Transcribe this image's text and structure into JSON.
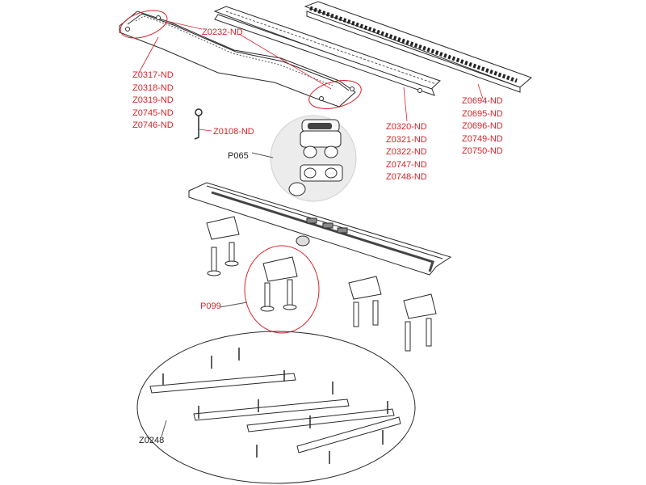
{
  "colors": {
    "callout": "#d8232a",
    "label": "#222222",
    "line": "#2a2a2a",
    "bg": "#ffffff"
  },
  "labels": {
    "z0232": "Z0232-ND",
    "z0108": "Z0108-ND",
    "p065": "P065",
    "p099": "P099",
    "z0248": "Z0248",
    "group_left": [
      "Z0317-ND",
      "Z0318-ND",
      "Z0319-ND",
      "Z0745-ND",
      "Z0746-ND"
    ],
    "group_mid": [
      "Z0320-ND",
      "Z0321-ND",
      "Z0322-ND",
      "Z0747-ND",
      "Z0748-ND"
    ],
    "group_right": [
      "Z0694-ND",
      "Z0695-ND",
      "Z0696-ND",
      "Z0749-ND",
      "Z0750-ND"
    ]
  }
}
